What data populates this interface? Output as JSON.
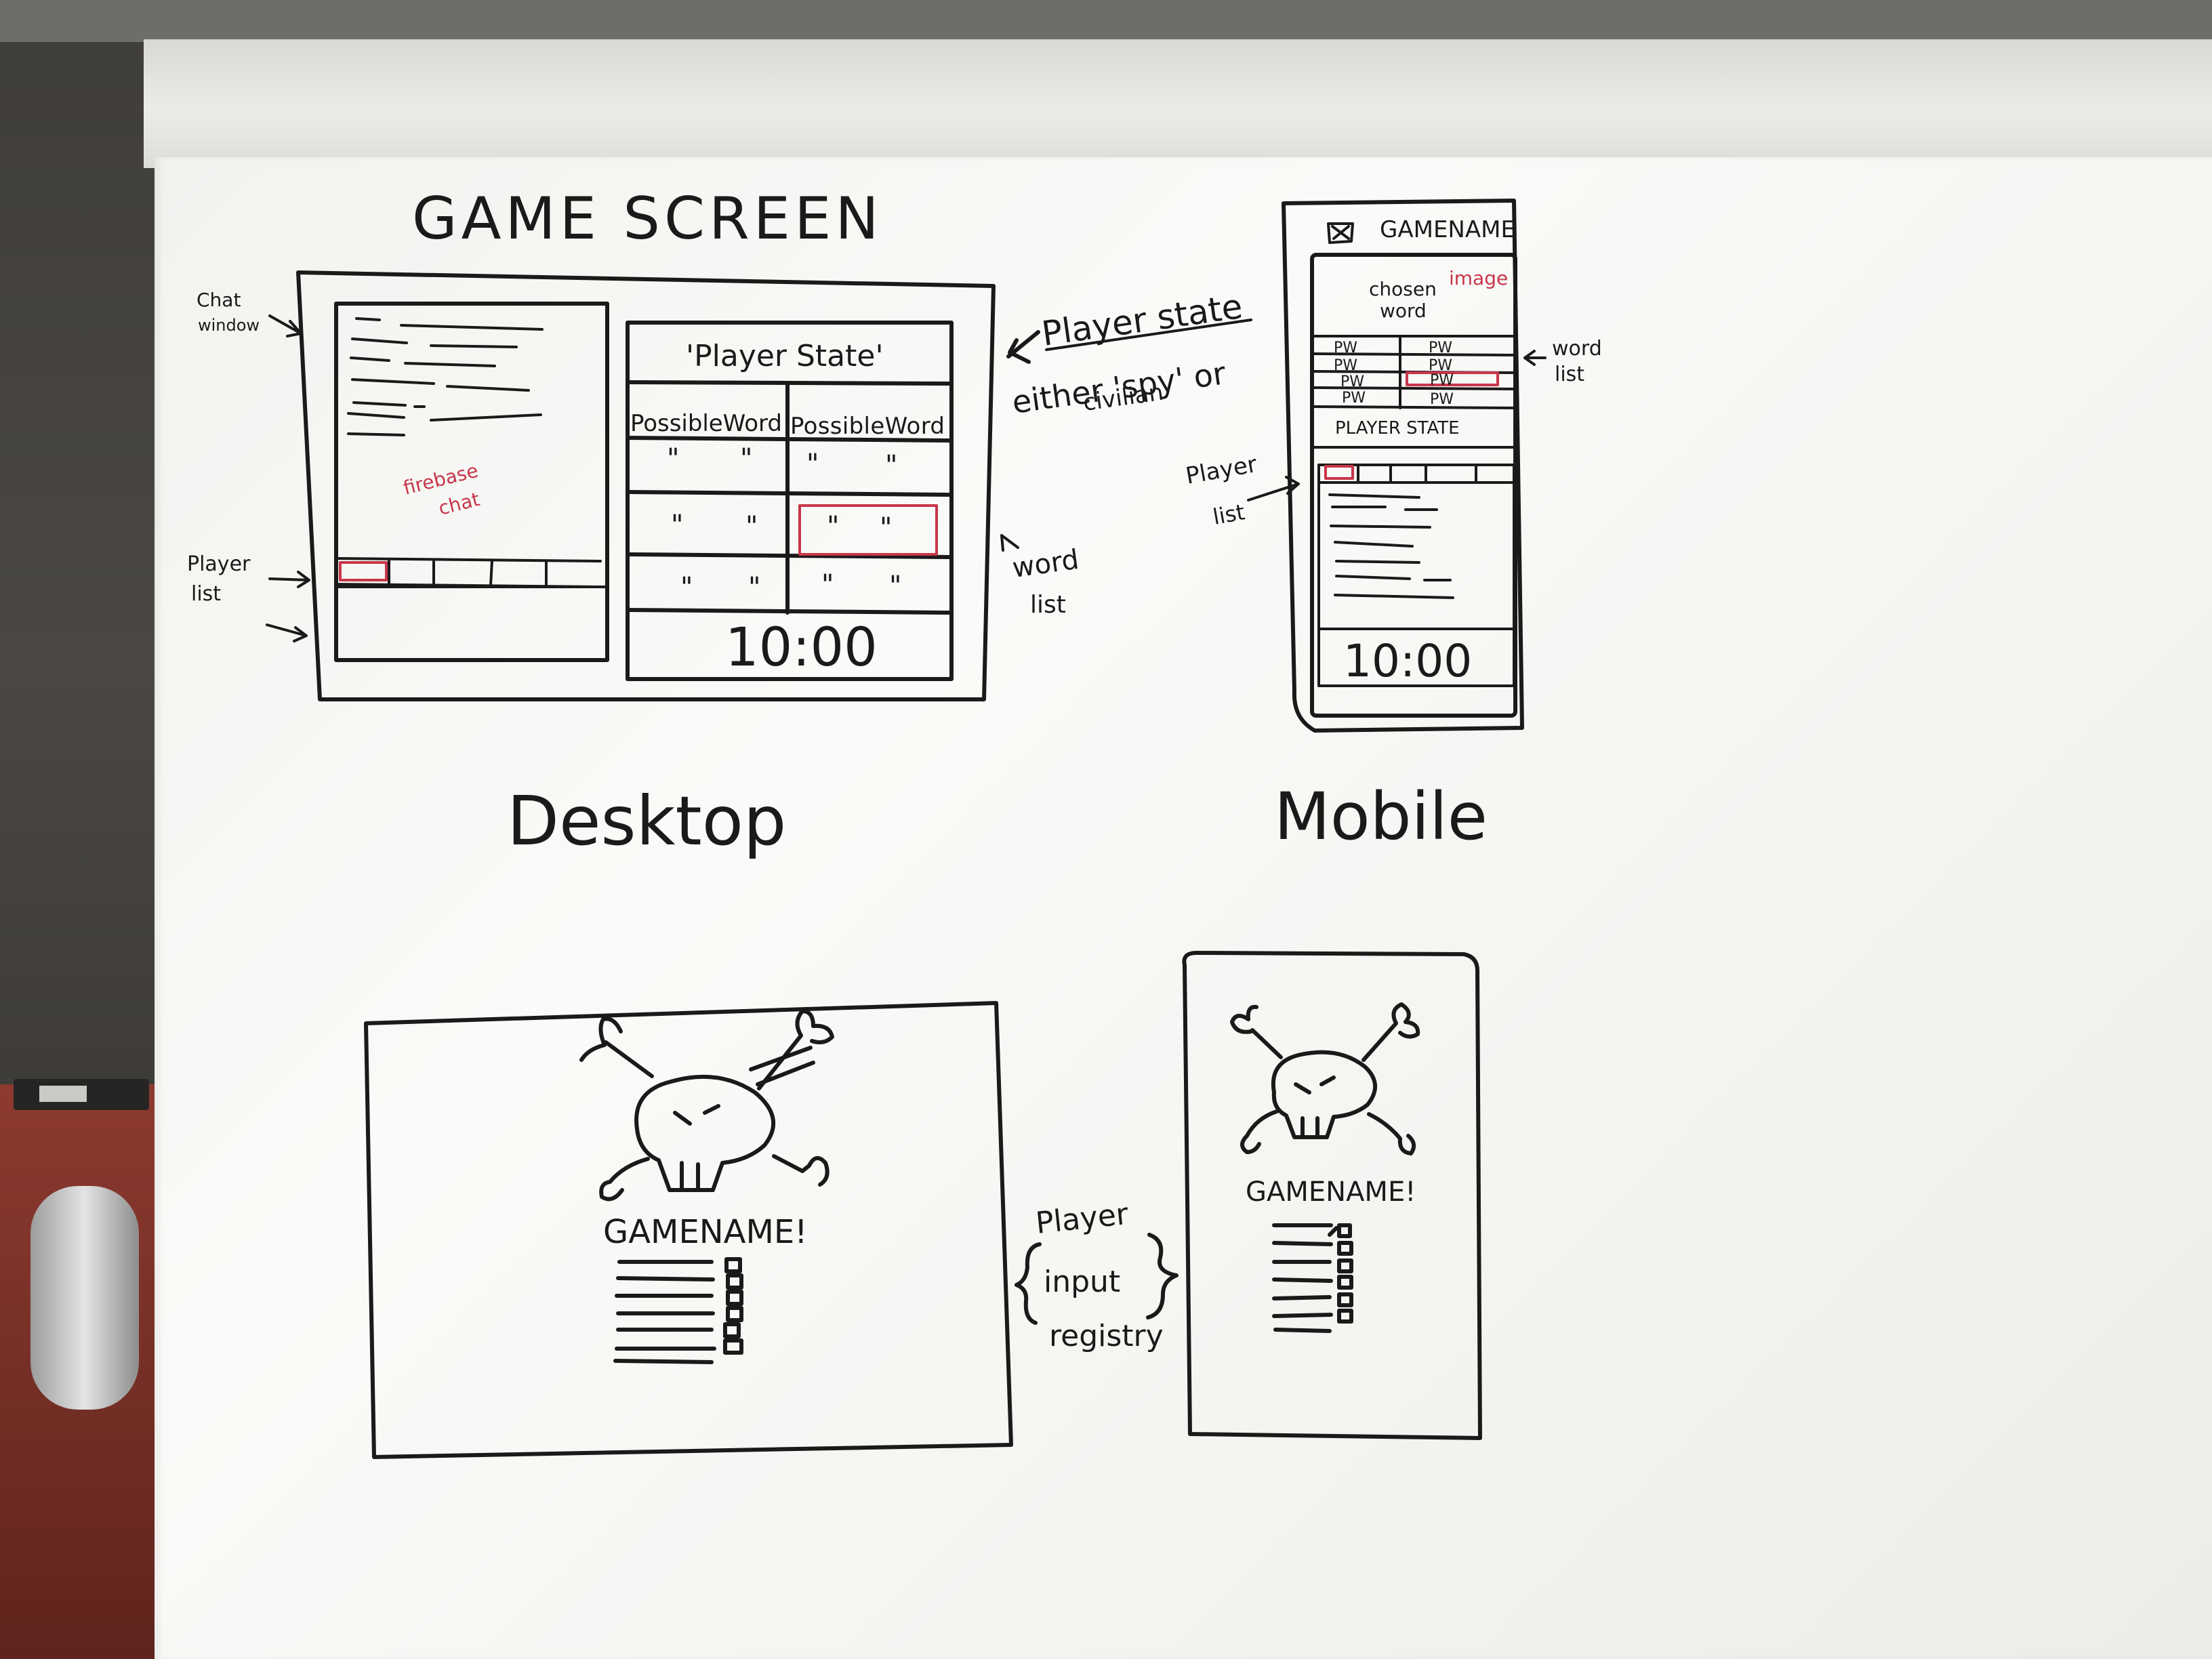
{
  "desktop_game_screen": {
    "heading": "GAME SCREEN",
    "chat_window_label": [
      "Chat",
      "window"
    ],
    "player_list_label": [
      "Player",
      "list"
    ],
    "chat_note": [
      "firebase",
      "chat"
    ],
    "player_state_header": "'Player State'",
    "column_headers": [
      "PossibleWord",
      "PossibleWord"
    ],
    "ditto_mark": "\"",
    "timer": "10:00",
    "caption": "Desktop"
  },
  "annotations": {
    "player_state_title": "Player state",
    "player_state_detail": [
      "either 'spy' or",
      "civilian"
    ],
    "word_list": [
      "word",
      "list"
    ]
  },
  "mobile_game_screen": {
    "app_name": "GAMENAME",
    "chosen_word": [
      "chosen",
      "word"
    ],
    "image_note": "image",
    "word_cells": [
      "PW",
      "PW",
      "PW",
      "PW",
      "PW",
      "PW",
      "PW",
      "PW"
    ],
    "player_state": "PLAYER STATE",
    "word_list_label": [
      "word",
      "list"
    ],
    "player_list_label": [
      "Player",
      "list"
    ],
    "timer": "10:00",
    "caption": "Mobile"
  },
  "registry": {
    "desktop_title": "GAMENAME!",
    "mobile_title": "GAMENAME!",
    "label": [
      "Player",
      "input",
      "registry"
    ]
  },
  "colors": {
    "marker_black": "#1a1a1a",
    "marker_red": "#c8364a",
    "board": "#f6f6f3"
  }
}
